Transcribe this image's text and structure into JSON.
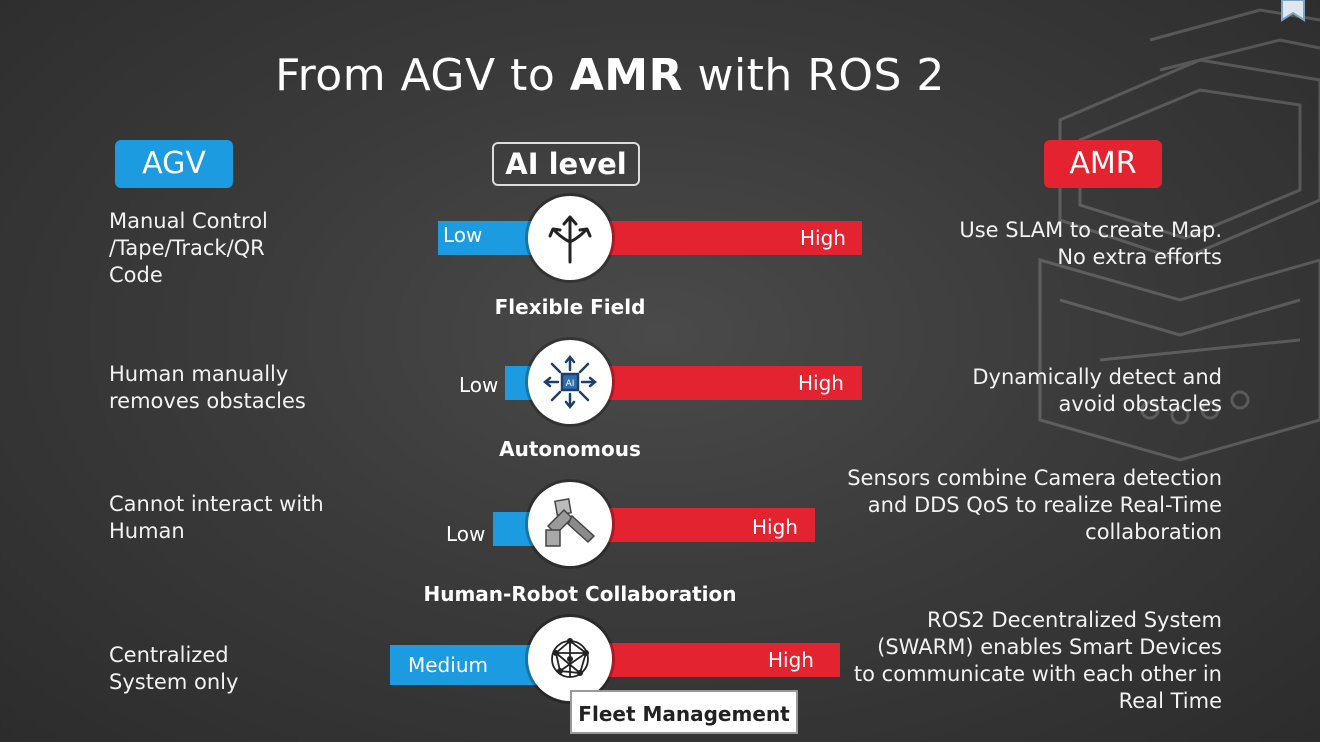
{
  "title": {
    "prefix": "From AGV to ",
    "bold": "AMR",
    "suffix": " with ROS 2"
  },
  "headers": {
    "agv": "AGV",
    "ai": "AI level",
    "amr": "AMR"
  },
  "rows": [
    {
      "agv_lines": [
        "Manual Control",
        "/Tape/Track/QR",
        "Code"
      ],
      "amr_lines": [
        "Use SLAM to create Map.",
        "No extra efforts"
      ],
      "low_label": "Low",
      "high_label": "High",
      "caption": "Flexible Field",
      "icon": "branching-arrows-icon"
    },
    {
      "agv_lines": [
        "Human manually",
        "removes obstacles"
      ],
      "amr_lines": [
        "Dynamically detect and",
        "avoid obstacles"
      ],
      "low_label": "Low",
      "high_label": "High",
      "caption": "Autonomous",
      "icon": "ai-chip-arrows-icon"
    },
    {
      "agv_lines": [
        "Cannot interact with",
        "Human"
      ],
      "amr_lines": [
        "Sensors combine Camera detection",
        "and DDS QoS to realize Real-Time",
        "collaboration"
      ],
      "low_label": "Low",
      "high_label": "High",
      "caption": "Human-Robot Collaboration",
      "icon": "robot-arm-icon"
    },
    {
      "agv_lines": [
        "Centralized",
        "System only"
      ],
      "amr_lines": [
        "ROS2 Decentralized System",
        "(SWARM) enables Smart Devices",
        "to communicate with each other in",
        "Real Time"
      ],
      "low_label": "Medium",
      "high_label": "High",
      "caption": "Fleet Management",
      "icon": "network-globe-icon"
    }
  ],
  "colors": {
    "agv_blue": "#1d9be0",
    "amr_red": "#e3232f",
    "background": "#3b3b3b"
  }
}
